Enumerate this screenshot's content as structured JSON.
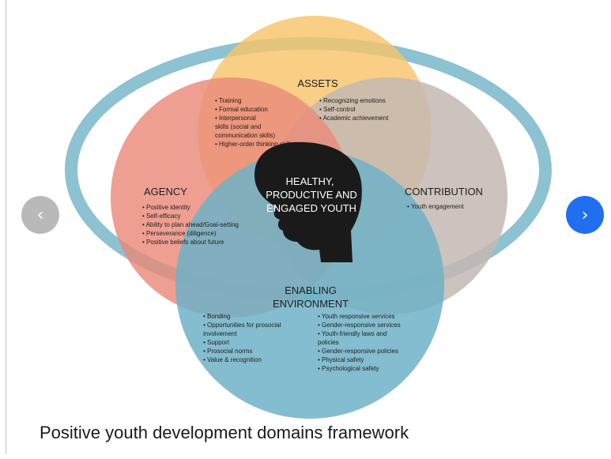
{
  "colors": {
    "ring": "#8cc2d1",
    "assets": "#f6c46a",
    "agency": "#ea8a7a",
    "contribution": "#c4b8b3",
    "enabling": "#6fb2c7",
    "center": "#1a1a1a"
  },
  "diagram": {
    "assets": {
      "title": "ASSETS",
      "left_items": [
        "• Training",
        "• Formal education",
        "• Interpersonal",
        "   skills (social and",
        "   communication skills)",
        "• Higher-order thinking skills"
      ],
      "right_items": [
        "• Recognizing emotions",
        "• Self-control",
        "• Academic achievement"
      ]
    },
    "agency": {
      "title": "AGENCY",
      "items": [
        "• Positive identity",
        "• Self-efficacy",
        "• Ability to plan ahead/Goal-setting",
        "• Perseverance (diligence)",
        "• Positive beliefs about future"
      ]
    },
    "contribution": {
      "title": "CONTRIBUTION",
      "items": [
        "• Youth engagement"
      ]
    },
    "enabling": {
      "title_line1": "ENABLING",
      "title_line2": "ENVIRONMENT",
      "left_items": [
        "• Bonding",
        "• Opportunities for prosocial",
        "   involvement",
        "• Support",
        "• Prosocial norms",
        "• Value & recognition"
      ],
      "right_items": [
        "• Youth responsive services",
        "• Gender-responsive services",
        "• Youth-friendly laws and",
        "   policies",
        "• Gender-responsive policies",
        "• Physical safety",
        "• Psychological safety"
      ]
    },
    "center": {
      "line1": "HEALTHY,",
      "line2": "PRODUCTIVE AND",
      "line3": "ENGAGED YOUTH"
    }
  },
  "nav": {
    "prev_icon": "‹",
    "next_icon": "›"
  },
  "caption": "Positive youth development domains framework"
}
